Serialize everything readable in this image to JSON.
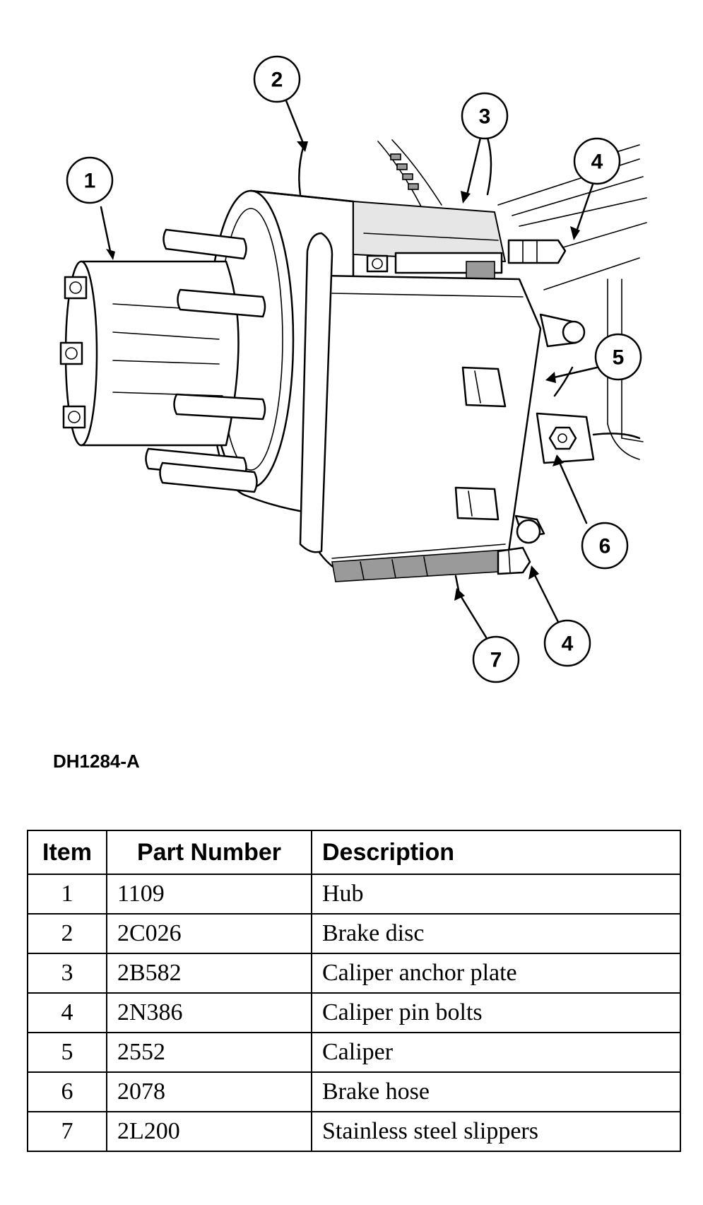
{
  "figure": {
    "callouts": [
      "1",
      "2",
      "3",
      "4",
      "5",
      "6",
      "7",
      "4"
    ],
    "id": "DH1284-A"
  },
  "table": {
    "headers": {
      "item": "Item",
      "part_number": "Part Number",
      "description": "Description"
    },
    "rows": [
      {
        "item": "1",
        "part_number": "1109",
        "description": "Hub"
      },
      {
        "item": "2",
        "part_number": "2C026",
        "description": "Brake disc"
      },
      {
        "item": "3",
        "part_number": "2B582",
        "description": "Caliper anchor plate"
      },
      {
        "item": "4",
        "part_number": "2N386",
        "description": "Caliper pin bolts"
      },
      {
        "item": "5",
        "part_number": "2552",
        "description": "Caliper"
      },
      {
        "item": "6",
        "part_number": "2078",
        "description": "Brake hose"
      },
      {
        "item": "7",
        "part_number": "2L200",
        "description": "Stainless steel slippers"
      }
    ]
  }
}
